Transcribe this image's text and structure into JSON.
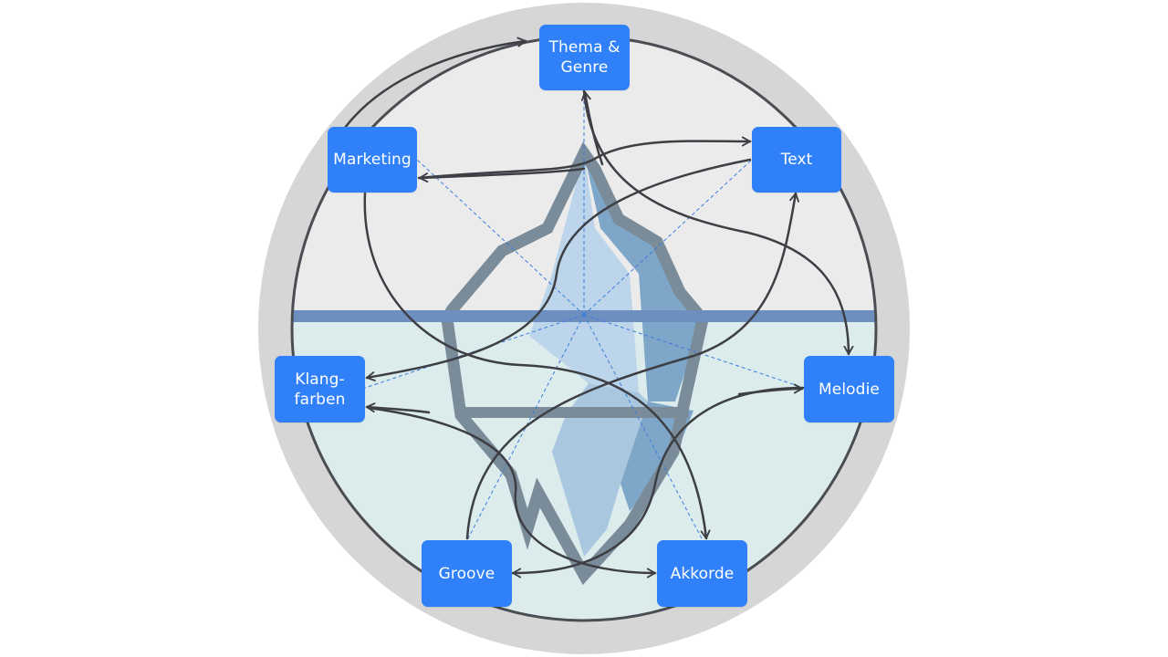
{
  "colors": {
    "node_fill": "#2f80f9",
    "node_text": "#ffffff",
    "outer_ring": "#d6d6d6",
    "sky": "#ebebec",
    "sea": "#dcebeb",
    "waterline": "#6d8fc0",
    "iceberg_outline": "#7a8c99",
    "ice_light": "#a9c8e0",
    "ice_dark": "#7ea6c9",
    "connector": "#3d3f45",
    "dashed_guide": "#3b7ddd"
  },
  "nodes": {
    "thema_genre": "Thema &\nGenre",
    "text": "Text",
    "melodie": "Melodie",
    "akkorde": "Akkorde",
    "groove": "Groove",
    "klangfarben": "Klang-\nfarben",
    "marketing": "Marketing"
  }
}
